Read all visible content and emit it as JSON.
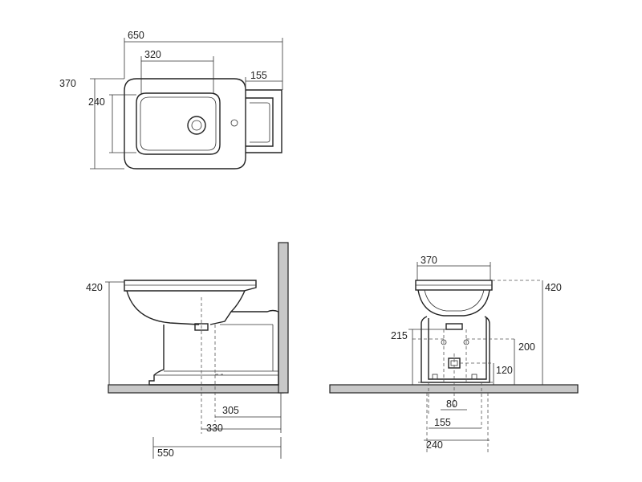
{
  "top_view": {
    "dims": {
      "total_length": "650",
      "bowl_length": "320",
      "base_length": "155",
      "total_width": "370",
      "bowl_width": "240"
    }
  },
  "side_view": {
    "dims": {
      "height": "420",
      "drain_a": "305",
      "drain_b": "330",
      "depth": "550"
    }
  },
  "front_view": {
    "dims": {
      "width": "370",
      "height": "420",
      "drain_height": "215",
      "inlet_height": "200",
      "outlet_height": "120",
      "drain_offset": "80",
      "base_inner": "155",
      "base_outer": "240"
    }
  }
}
